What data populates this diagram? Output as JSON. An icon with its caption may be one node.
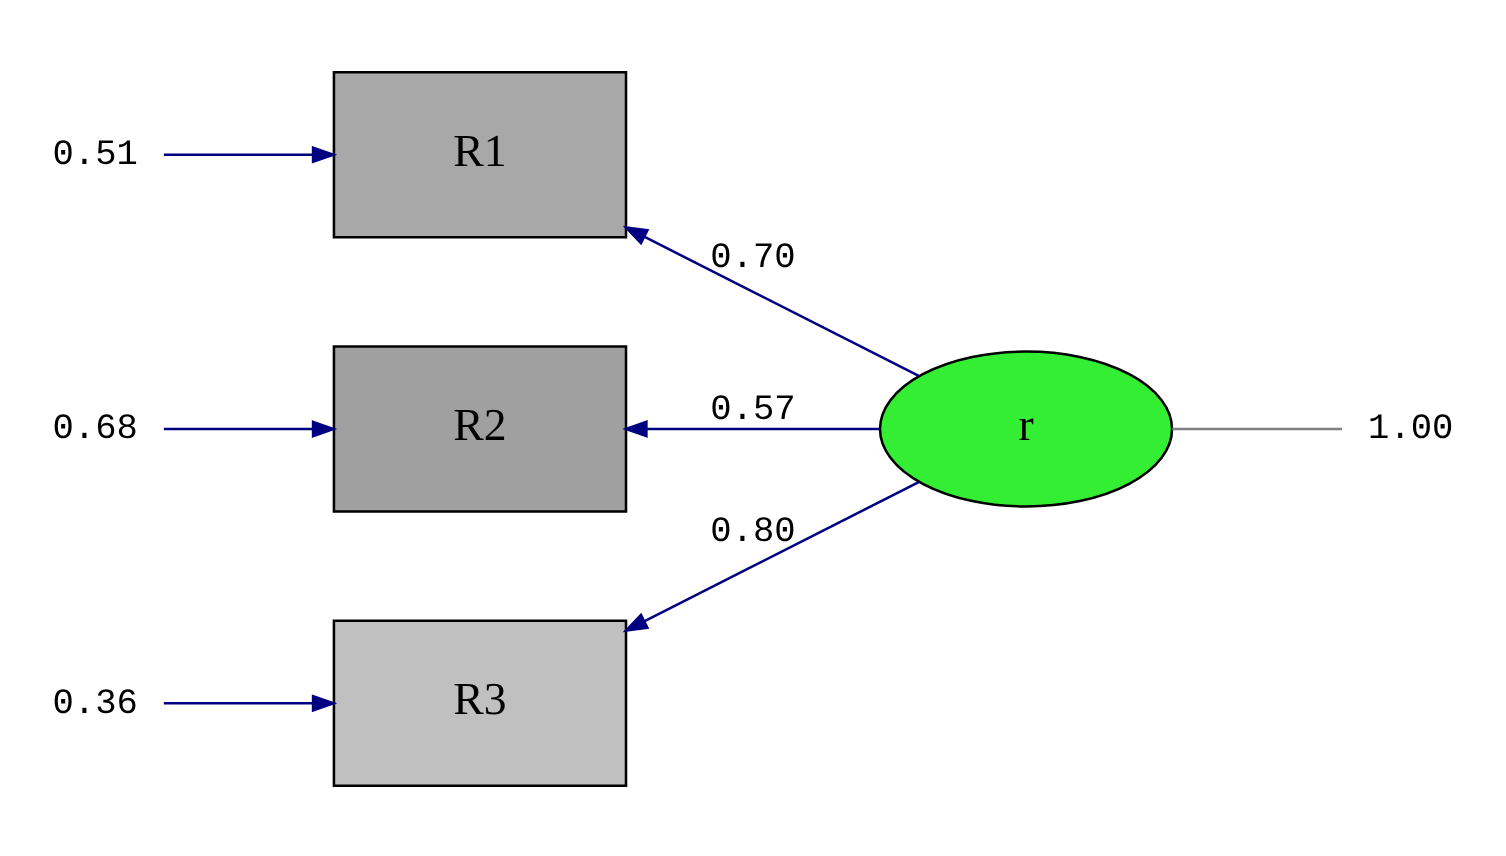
{
  "diagram": {
    "nodes": [
      {
        "text": [
          "0.51"
        ]
      },
      {
        "text": [
          "R1"
        ]
      },
      {
        "text": [
          "0.68"
        ]
      },
      {
        "text": [
          "R2"
        ]
      },
      {
        "text": [
          "r"
        ]
      },
      {
        "text": [
          "1.00"
        ]
      },
      {
        "text": [
          "0.36"
        ]
      },
      {
        "text": [
          "R3"
        ]
      }
    ],
    "edges": [
      {
        "from": 0,
        "to": 1,
        "arrow": "to"
      },
      {
        "from": 2,
        "to": 3,
        "arrow": "to"
      },
      {
        "from": 6,
        "to": 7,
        "arrow": "to"
      },
      {
        "from": 4,
        "to": 1,
        "arrow": "to",
        "label": "0.70"
      },
      {
        "from": 4,
        "to": 3,
        "arrow": "to",
        "label": "0.57"
      },
      {
        "from": 4,
        "to": 7,
        "arrow": "to",
        "label": "0.80"
      },
      {
        "from": 4,
        "to": 5,
        "arrow": "none",
        "color": "#808080"
      }
    ]
  }
}
